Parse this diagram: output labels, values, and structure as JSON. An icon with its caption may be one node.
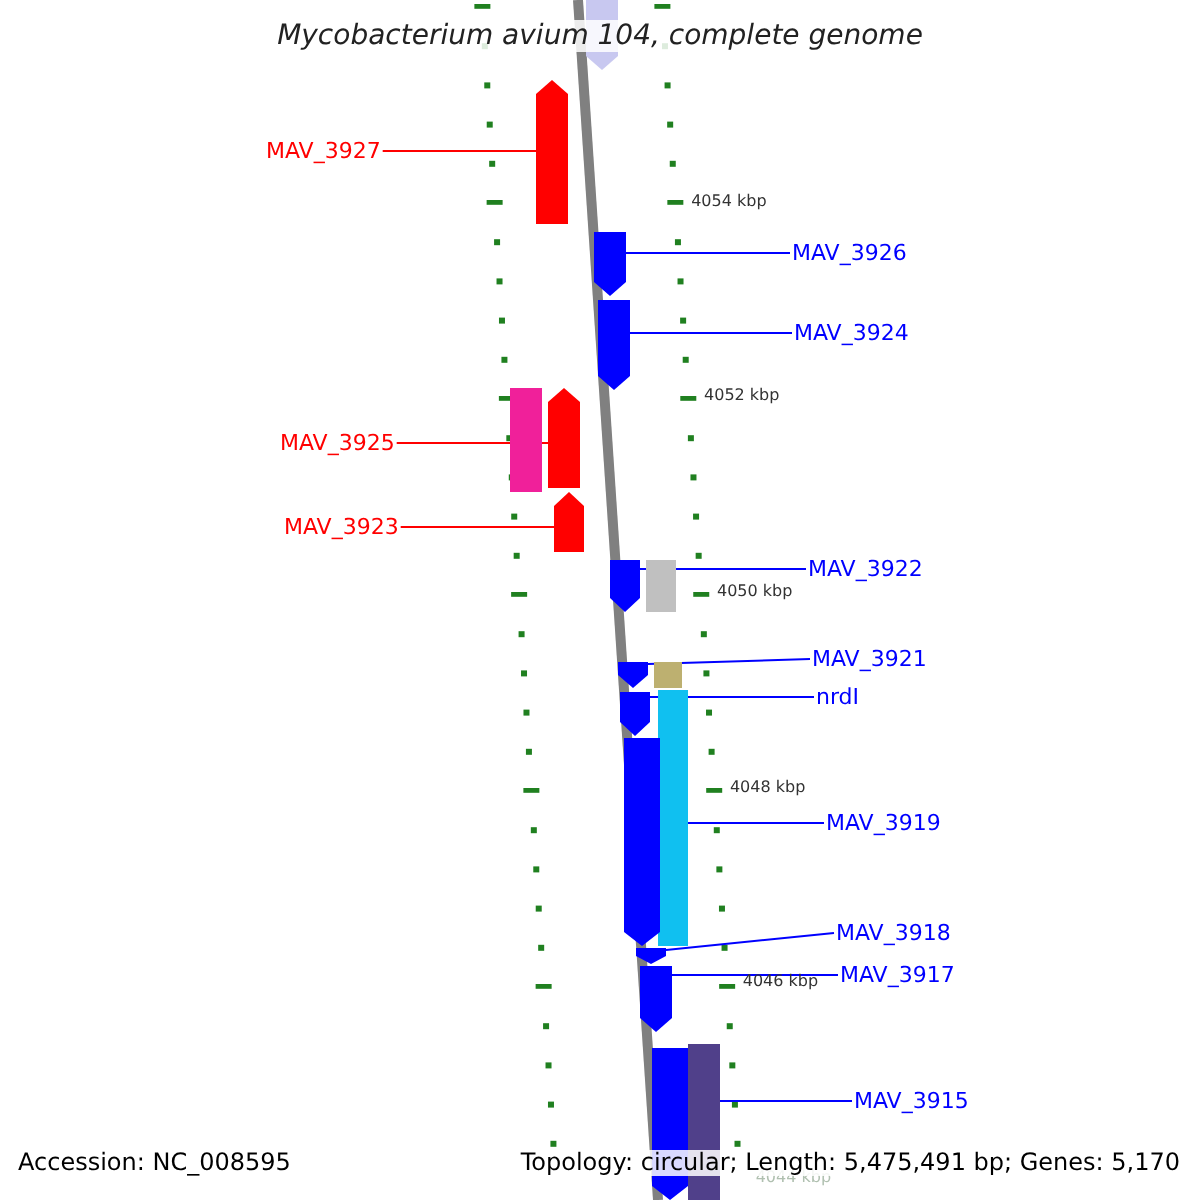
{
  "diagram": {
    "title": "Mycobacterium avium 104, complete genome",
    "nodes": [
      {
        "text": [],
        "shape": "arrow"
      },
      {
        "text": [
          "MAV_3927"
        ]
      },
      {
        "text": [],
        "shape": "arrow"
      },
      {
        "text": [
          "MAV_3926"
        ]
      },
      {
        "text": [],
        "shape": "arrow"
      },
      {
        "text": [
          "MAV_3924"
        ]
      },
      {
        "text": [],
        "shape": "arrow"
      },
      {
        "text": [
          "MAV_3925"
        ]
      },
      {
        "text": [],
        "shape": "bar"
      },
      {
        "text": [],
        "shape": "arrow"
      },
      {
        "text": [
          "MAV_3923"
        ]
      },
      {
        "text": [],
        "shape": "arrow"
      },
      {
        "text": [
          "MAV_3922"
        ]
      },
      {
        "text": [],
        "shape": "arrow"
      },
      {
        "text": [],
        "shape": "bar"
      },
      {
        "text": [
          "MAV_3921"
        ]
      },
      {
        "text": [],
        "shape": "arrow"
      },
      {
        "text": [],
        "shape": "bar"
      },
      {
        "text": [
          "nrdI"
        ]
      },
      {
        "text": [],
        "shape": "arrow"
      },
      {
        "text": [],
        "shape": "bar"
      },
      {
        "text": [
          "MAV_3919"
        ]
      },
      {
        "text": [],
        "shape": "arrow"
      },
      {
        "text": [
          "MAV_3918"
        ]
      },
      {
        "text": [],
        "shape": "arrow"
      },
      {
        "text": [
          "MAV_3917"
        ]
      },
      {
        "text": [],
        "shape": "arrow"
      },
      {
        "text": [
          "MAV_3915"
        ]
      },
      {
        "text": [],
        "shape": "arrow"
      },
      {
        "text": [],
        "shape": "bar"
      }
    ],
    "edges": [
      {
        "from": 1,
        "to": 2,
        "arrow": "none",
        "color": "#ff0000"
      },
      {
        "from": 3,
        "to": 4,
        "arrow": "none"
      },
      {
        "from": 5,
        "to": 6,
        "arrow": "none"
      },
      {
        "from": 7,
        "to": 9,
        "arrow": "none",
        "color": "#ff0000"
      },
      {
        "from": 10,
        "to": 11,
        "arrow": "none",
        "color": "#ff0000"
      },
      {
        "from": 12,
        "to": 13,
        "arrow": "none"
      },
      {
        "from": 15,
        "to": 16,
        "arrow": "none"
      },
      {
        "from": 18,
        "to": 19,
        "arrow": "none"
      },
      {
        "from": 21,
        "to": 22,
        "arrow": "none"
      },
      {
        "from": 23,
        "to": 24,
        "arrow": "none"
      },
      {
        "from": 25,
        "to": 26,
        "arrow": "none"
      },
      {
        "from": 27,
        "to": 28,
        "arrow": "none"
      }
    ],
    "labels": [
      "4054 kbp",
      "4052 kbp",
      "4050 kbp",
      "4048 kbp",
      "4046 kbp",
      "4044 kbp",
      "Accession: NC_008595",
      "Topology: circular; Length: 5,475,491 bp; Genes: 5,170"
    ]
  }
}
